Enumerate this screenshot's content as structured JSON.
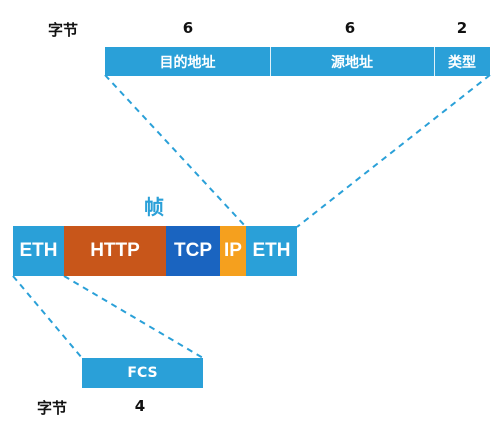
{
  "header_structure": {
    "bytes_label": "字节",
    "byte_counts": [
      "6",
      "6",
      "2"
    ],
    "fields": [
      "目的地址",
      "源地址",
      "类型"
    ]
  },
  "frame": {
    "title": "帧",
    "segments": [
      "ETH",
      "HTTP",
      "TCP",
      "IP",
      "ETH"
    ]
  },
  "trailer_structure": {
    "field": "FCS",
    "bytes_label": "字节",
    "byte_count": "4"
  },
  "colors": {
    "eth": "#2aa0d8",
    "http": "#c8561a",
    "tcp": "#1a64c0",
    "ip": "#f5a01e",
    "header_bar": "#2aa0d8",
    "connector_lines": "#2aa0d8",
    "title": "#2aa0d8"
  }
}
